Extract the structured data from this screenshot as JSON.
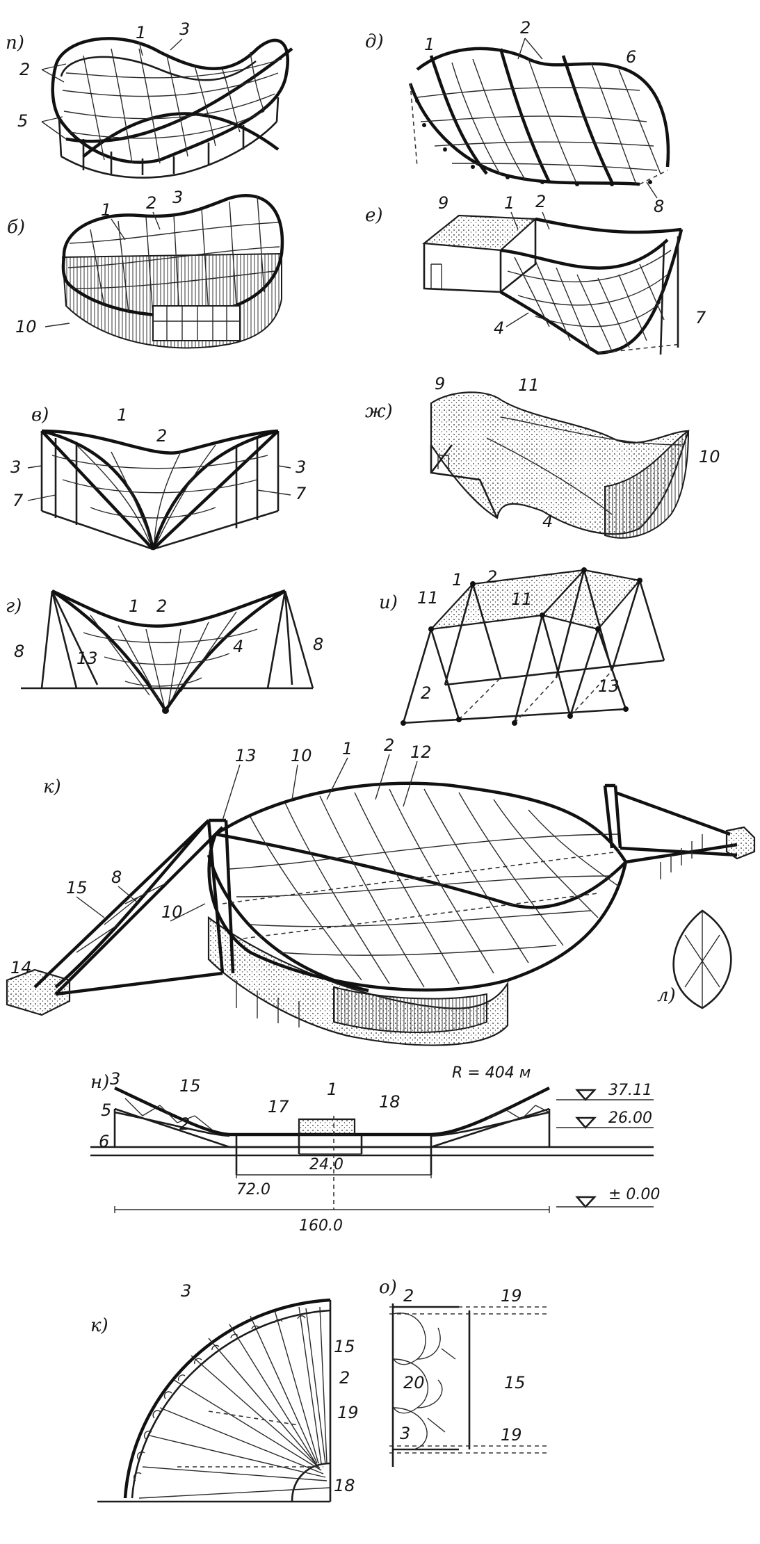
{
  "panel_labels": {
    "a": "п)",
    "b": "б)",
    "v": "в)",
    "g": "г)",
    "d": "д)",
    "e": "е)",
    "zh": "ж)",
    "i": "и)",
    "k": "к)",
    "l": "л)",
    "m": "н)",
    "n": "к)",
    "o": "о)"
  },
  "callouts": {
    "a_1": "1",
    "a_3": "3",
    "a_2": "2",
    "a_5": "5",
    "b_1": "1",
    "b_2": "2",
    "b_3": "3",
    "b_10": "10",
    "v_1": "1",
    "v_2": "2",
    "v_3l": "3",
    "v_3r": "3",
    "v_7l": "7",
    "v_7r": "7",
    "g_1": "1",
    "g_2": "2",
    "g_4": "4",
    "g_8l": "8",
    "g_8r": "8",
    "g_13": "13",
    "d_1": "1",
    "d_2": "2",
    "d_6": "6",
    "d_8": "8",
    "e_9": "9",
    "e_1": "1",
    "e_2": "2",
    "e_4": "4",
    "e_7": "7",
    "zh_9": "9",
    "zh_11": "11",
    "zh_10": "10",
    "zh_4": "4",
    "i_11": "11",
    "i_1": "1",
    "i_2a": "2",
    "i_11b": "11",
    "i_2b": "2",
    "i_13": "13",
    "k_13": "13",
    "k_10": "10",
    "k_1": "1",
    "k_2": "2",
    "k_12": "12",
    "k_15": "15",
    "k_8": "8",
    "k_10b": "10",
    "k_14": "14",
    "m_3": "3",
    "m_15": "15",
    "m_5": "5",
    "m_6": "6",
    "m_2": "2",
    "m_17": "17",
    "m_1": "1",
    "m_18": "18",
    "n_3": "3",
    "n_15": "15",
    "n_2": "2",
    "n_19": "19",
    "n_18": "18",
    "o_2": "2",
    "o_19a": "19",
    "o_20": "20",
    "o_15": "15",
    "o_3": "3",
    "o_19b": "19"
  },
  "dimensions": {
    "radius": "R = 404 м",
    "elev_top": "37.11",
    "elev_mid": "26.00",
    "elev_zero": "± 0.00",
    "span_inner": "24.0",
    "span_mid": "72.0",
    "span_total": "160.0"
  }
}
